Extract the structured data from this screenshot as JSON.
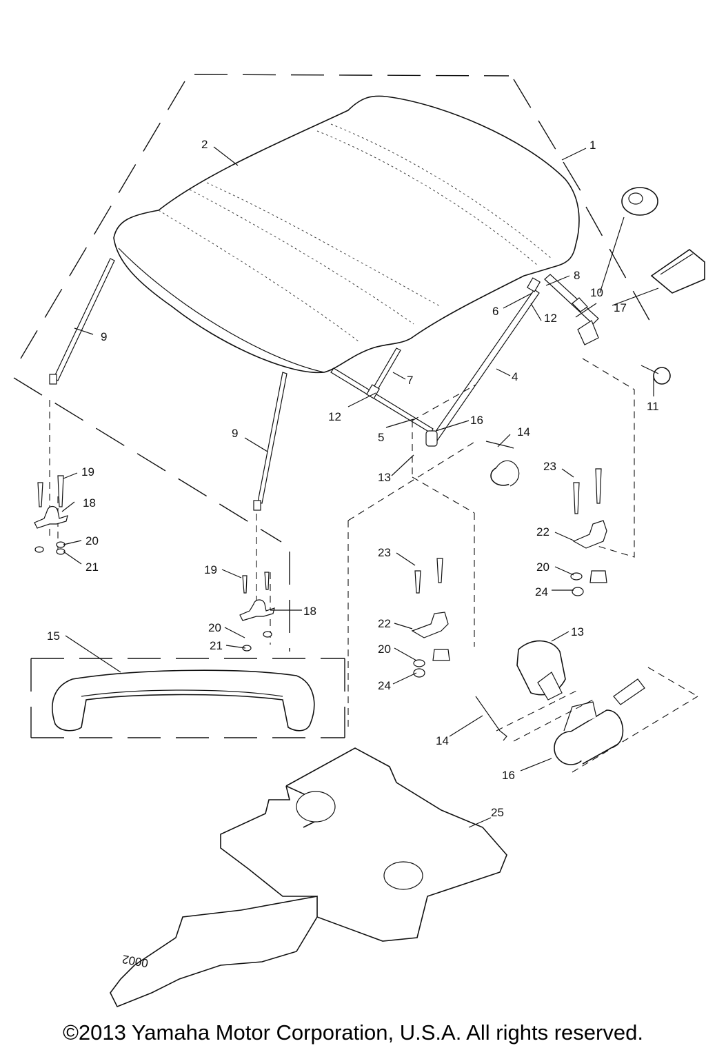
{
  "callouts": {
    "c1": "1",
    "c2": "2",
    "c4": "4",
    "c5": "5",
    "c6": "6",
    "c7": "7",
    "c8": "8",
    "c9a": "9",
    "c9b": "9",
    "c10": "10",
    "c11": "11",
    "c12a": "12",
    "c12b": "12",
    "c13a": "13",
    "c13b": "13",
    "c14a": "14",
    "c14b": "14",
    "c15": "15",
    "c16a": "16",
    "c16b": "16",
    "c17": "17",
    "c18a": "18",
    "c18b": "18",
    "c19a": "19",
    "c19b": "19",
    "c20a": "20",
    "c20b": "20",
    "c20c": "20",
    "c20d": "20",
    "c21a": "21",
    "c21b": "21",
    "c22a": "22",
    "c22b": "22",
    "c23a": "23",
    "c23b": "23",
    "c24a": "24",
    "c24b": "24",
    "c25": "25"
  },
  "mat_marking": "0002",
  "copyright": "©2013 Yamaha Motor Corporation, U.S.A. All rights reserved."
}
